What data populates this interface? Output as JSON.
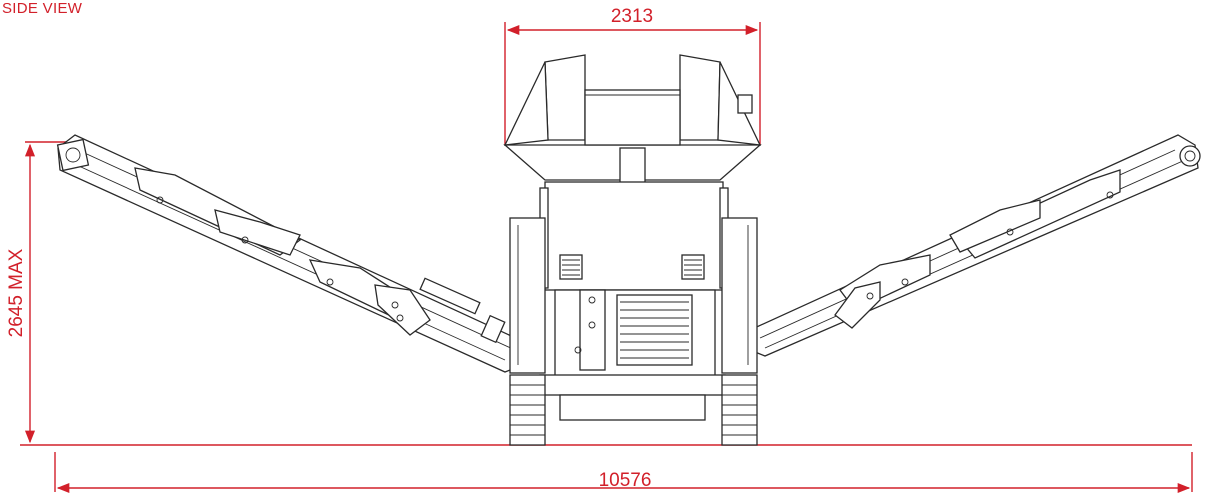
{
  "drawing": {
    "title": "SIDE VIEW",
    "dimensions": {
      "top_width": "2313",
      "max_height": "2645 MAX",
      "overall_length": "10576"
    },
    "colors": {
      "dimension_red": "#d2202a",
      "line_dark": "#2a2a2a",
      "background": "#ffffff"
    }
  }
}
